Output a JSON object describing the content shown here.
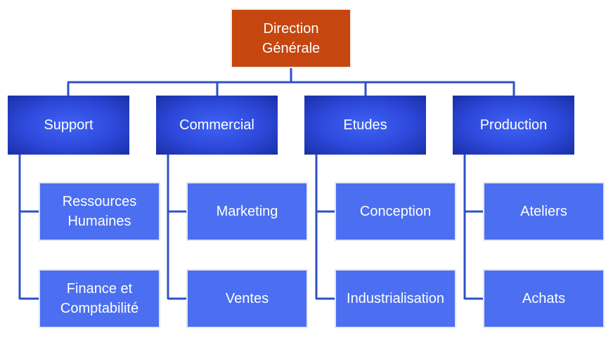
{
  "org_chart": {
    "top": "Direction\nGénérale",
    "departments": [
      {
        "name": "Support",
        "children": [
          "Ressources\nHumaines",
          "Finance et\nComptabilité"
        ]
      },
      {
        "name": "Commercial",
        "children": [
          "Marketing",
          "Ventes"
        ]
      },
      {
        "name": "Etudes",
        "children": [
          "Conception",
          "Industrialisation"
        ]
      },
      {
        "name": "Production",
        "children": [
          "Ateliers",
          "Achats"
        ]
      }
    ]
  },
  "colors": {
    "top_box": "#C5460F",
    "department_box": "#2D48DA",
    "sub_box": "#4B6FF0",
    "connector": "#2E50C8"
  }
}
